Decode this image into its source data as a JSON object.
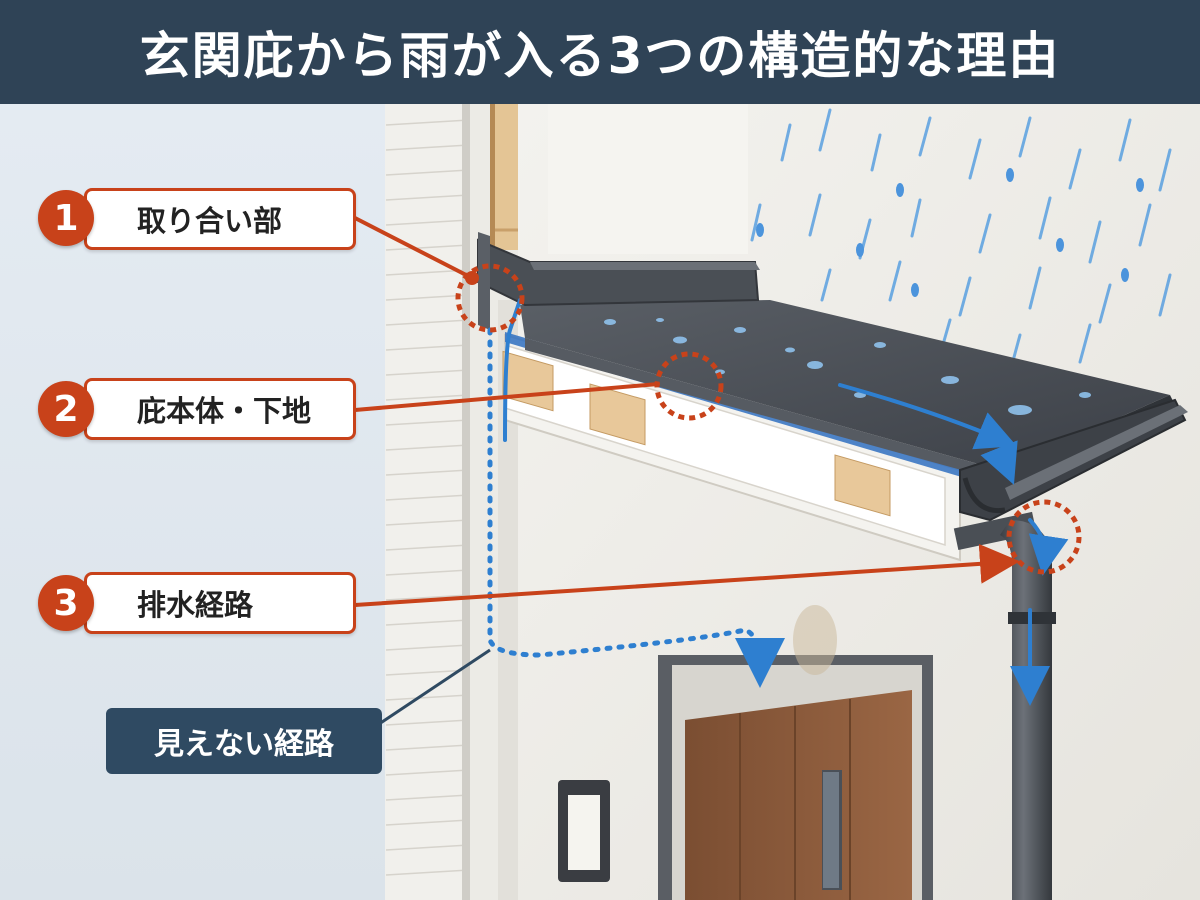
{
  "title": "玄関庇から雨が入る3つの構造的な理由",
  "callouts": [
    {
      "number": "1",
      "label": "取り合い部"
    },
    {
      "number": "2",
      "label": "庇本体・下地"
    },
    {
      "number": "3",
      "label": "排水経路"
    }
  ],
  "hidden_path_label": "見えない経路",
  "colors": {
    "title_bg": "#2f4356",
    "accent": "#c8421a",
    "water": "#2e7fd0",
    "hidden_label_bg": "#2f4a62",
    "roof": "#4a4f55",
    "door": "#8a5a3a"
  }
}
